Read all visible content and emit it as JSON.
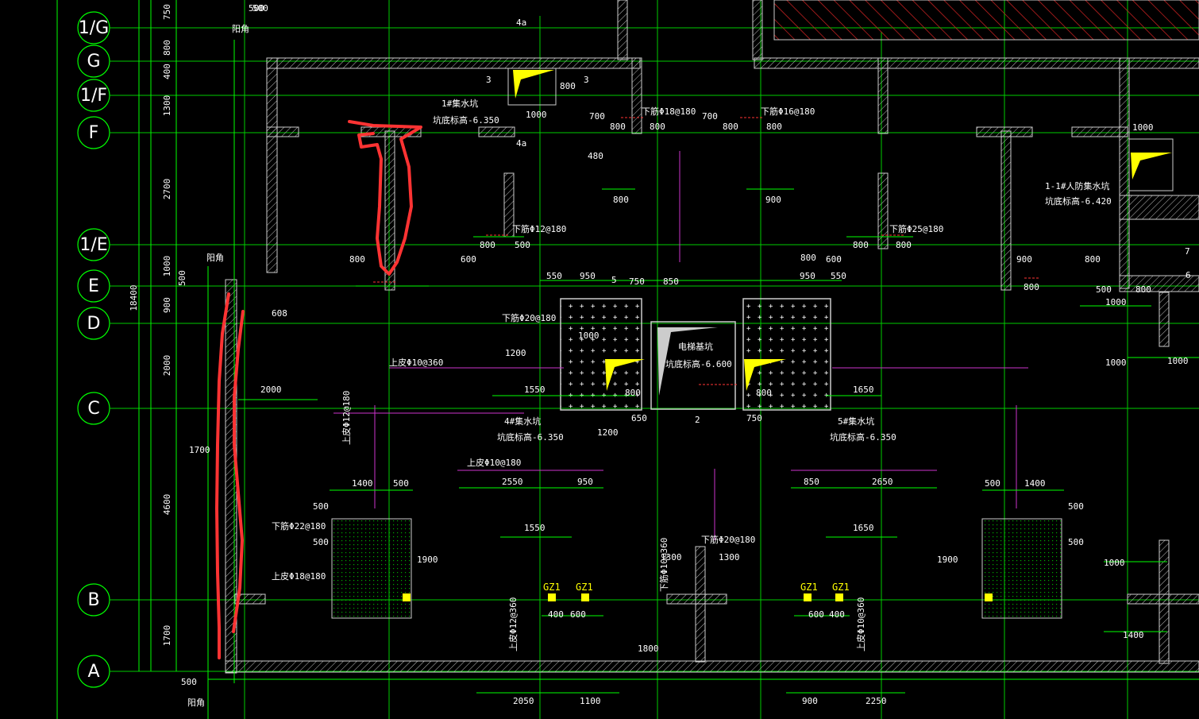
{
  "colors": {
    "background": "#000000",
    "grid": "#00cc00",
    "wall": "#cccccc",
    "rebar": "#cc33cc",
    "text": "#ffffff",
    "highlight": "#ffff00",
    "markup": "#ff3333",
    "axis_line": "#00ff00"
  },
  "axes": [
    {
      "label": "1/G"
    },
    {
      "label": "G"
    },
    {
      "label": "1/F"
    },
    {
      "label": "F"
    },
    {
      "label": "1/E"
    },
    {
      "label": "E"
    },
    {
      "label": "D"
    },
    {
      "label": "C"
    },
    {
      "label": "B"
    },
    {
      "label": "A"
    }
  ],
  "left_dims": {
    "spans": [
      "750",
      "800",
      "400",
      "1300",
      "2700",
      "1000",
      "900",
      "2000",
      "4600",
      "1700"
    ],
    "total": "18400",
    "small_top": "500",
    "sub_500": "500"
  },
  "labels": {
    "yang_jiao": "阳角",
    "pit1_name": "1#集水坑",
    "pit1_level": "坑底标高-6.350",
    "pit4_name": "4#集水坑",
    "pit4_level": "坑底标高-6.350",
    "pit5_name": "5#集水坑",
    "pit5_level": "坑底标高-6.350",
    "elevator_pit": "电梯基坑",
    "elevator_level": "坑底标高-6.600",
    "pit11_name": "1-1#人防集水坑",
    "pit11_level": "坑底标高-6.420",
    "gz1": "GZ1",
    "la": "4a"
  },
  "rebar_notes": [
    "下筋Φ18@180",
    "下筋Φ16@180",
    "下筋Φ12@180",
    "下筋Φ25@180",
    "下筋Φ20@180",
    "上皮Φ10@360",
    "上皮Φ10@180",
    "上皮Φ12@180",
    "下筋Φ22@180",
    "下筋Φ20@180",
    "上皮Φ18@180",
    "下筋Φ10@360",
    "上皮Φ12@360",
    "上皮Φ10@360"
  ],
  "dims": [
    "500",
    "500",
    "1000",
    "800",
    "3",
    "3",
    "700",
    "800",
    "800",
    "700",
    "800",
    "800",
    "480",
    "1000",
    "800",
    "900",
    "800",
    "600",
    "800",
    "500",
    "800",
    "800",
    "600",
    "900",
    "800",
    "800",
    "550",
    "950",
    "750",
    "850",
    "950",
    "550",
    "1200",
    "1550",
    "1000",
    "800",
    "800",
    "1650",
    "2000",
    "1700",
    "2550",
    "950",
    "850",
    "2650",
    "1400",
    "500",
    "500",
    "1400",
    "1550",
    "1650",
    "1300",
    "1300",
    "1900",
    "1900",
    "400",
    "600",
    "600",
    "400",
    "1800",
    "2050",
    "1100",
    "900",
    "2250",
    "500",
    "500",
    "608",
    "500",
    "500",
    "1200",
    "650",
    "750",
    "1000",
    "1000",
    "1400",
    "1000",
    "1000",
    "800",
    "2",
    "5",
    "7",
    "6",
    "800",
    "500"
  ]
}
